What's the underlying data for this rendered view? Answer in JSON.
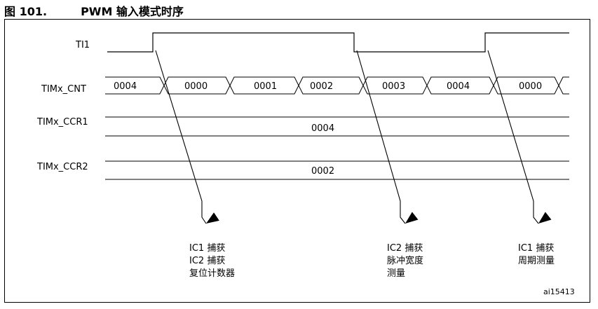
{
  "figure": {
    "number": "图 101.",
    "title": "PWM 输入模式时序",
    "code": "ai15413"
  },
  "signals": {
    "ti1": "TI1",
    "cnt": "TIMx_CNT",
    "ccr1": "TIMx_CCR1",
    "ccr2": "TIMx_CCR2"
  },
  "cnt_values": [
    "0004",
    "0000",
    "0001",
    "0002",
    "0003",
    "0004",
    "0000"
  ],
  "ccr1_value": "0004",
  "ccr2_value": "0002",
  "annotations": [
    {
      "lines": [
        "IC1 捕获",
        "IC2 捕获",
        "复位计数器"
      ]
    },
    {
      "lines": [
        "IC2 捕获",
        "脉冲宽度",
        "测量"
      ]
    },
    {
      "lines": [
        "IC1 捕获",
        "周期测量"
      ]
    }
  ]
}
